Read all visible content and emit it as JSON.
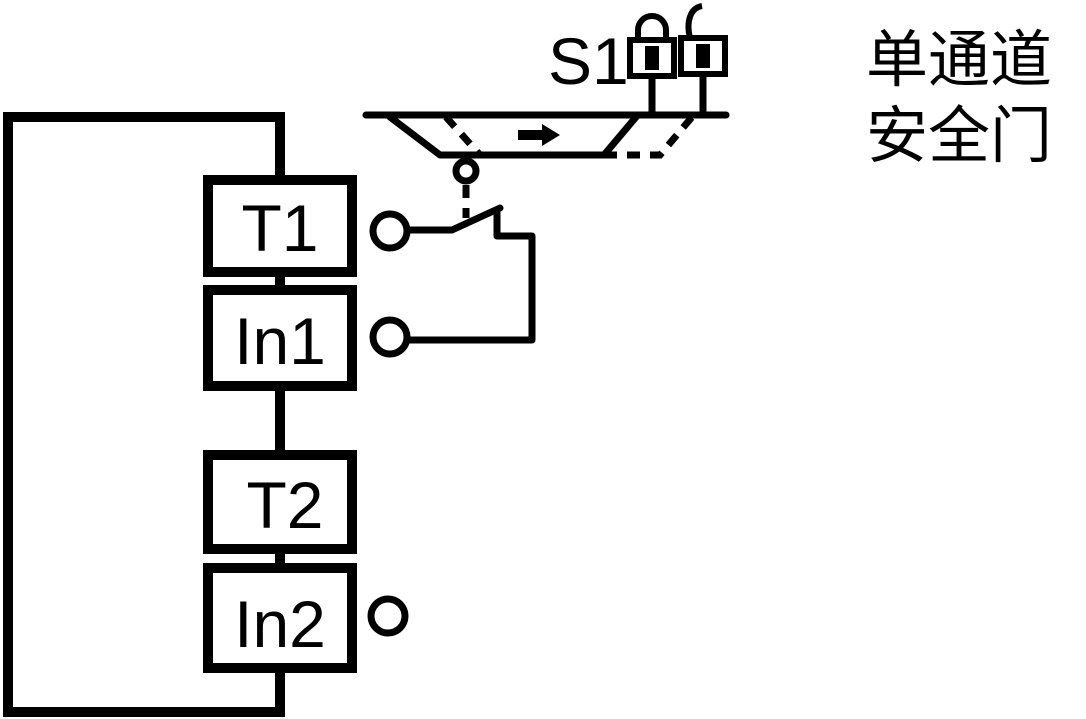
{
  "switch": {
    "label": "S1"
  },
  "modules": [
    {
      "id": "t1",
      "label": "T1"
    },
    {
      "id": "in1",
      "label": "In1"
    },
    {
      "id": "t2",
      "label": "T2"
    },
    {
      "id": "in2",
      "label": "In2"
    }
  ],
  "caption": {
    "line1": "单通道",
    "line2": "安全门"
  }
}
